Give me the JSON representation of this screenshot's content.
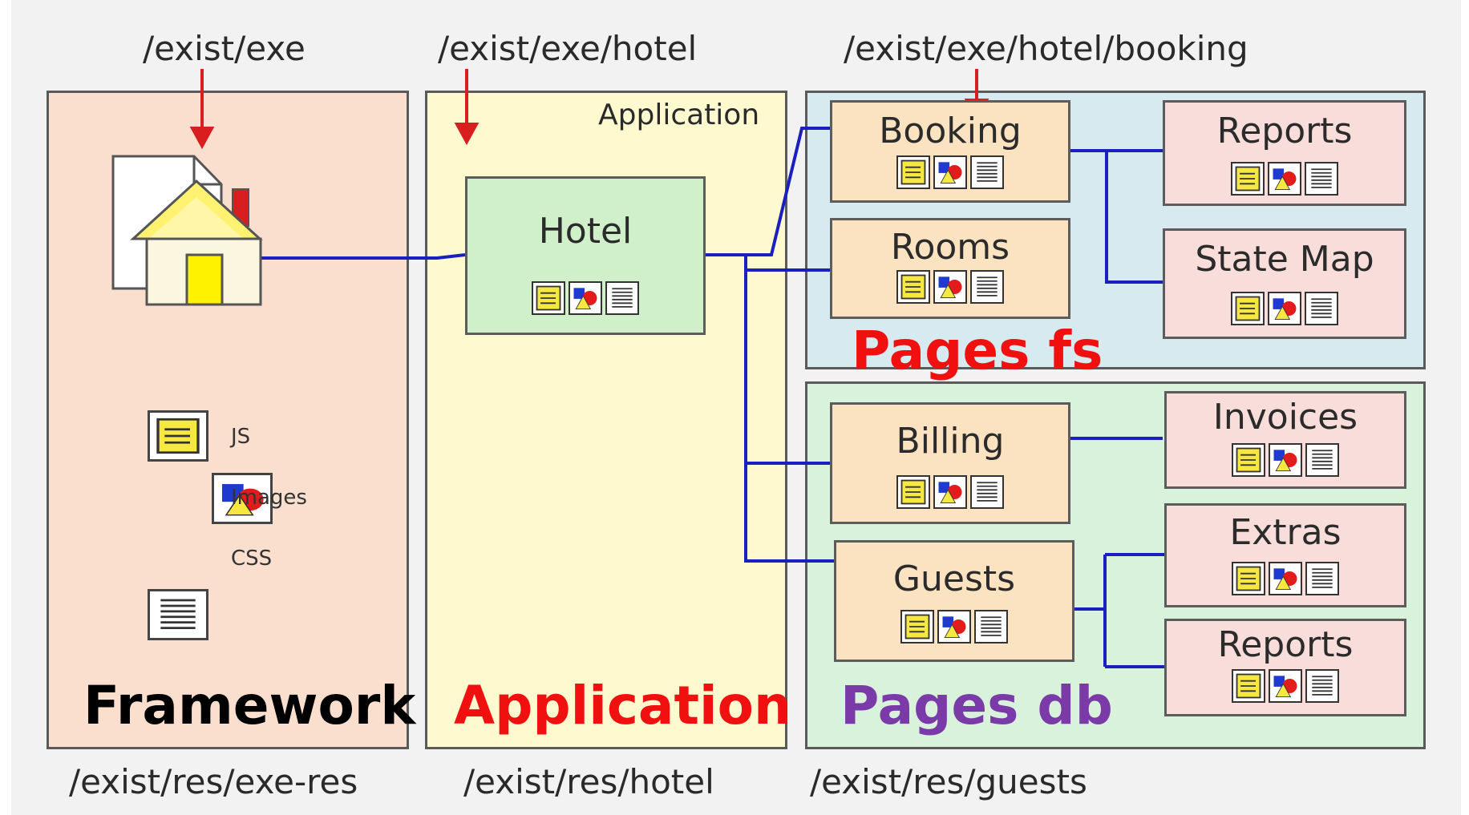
{
  "colors": {
    "framework_bg": "#FADFCF",
    "application_bg": "#FEF9CF",
    "pages_fs_bg": "#D6EAF0",
    "pages_db_bg": "#D9F2DC",
    "hotel_bg": "#CFF0C8",
    "page_node_bg": "#FBE3C2",
    "sub_node_bg": "#F8DDDB",
    "connector": "#1A1FBF",
    "arrow": "#D81E1E",
    "red_label": "#F01010",
    "purple_label": "#7A3AA8",
    "black_label": "#000000",
    "page_bg": "#F2F2F2"
  },
  "top_paths": {
    "framework": "/exist/exe",
    "application": "/exist/exe/hotel",
    "booking": "/exist/exe/hotel/booking"
  },
  "bottom_paths": {
    "framework": "/exist/res/exe-res",
    "application": "/exist/res/hotel",
    "pages": "/exist/res/guests"
  },
  "regions": {
    "framework": {
      "label": "Framework"
    },
    "application": {
      "label": "Application",
      "corner_label": "Application"
    },
    "pages_fs": {
      "label": "Pages fs"
    },
    "pages_db": {
      "label": "Pages db"
    }
  },
  "legend": {
    "js": "JS",
    "images": "Images",
    "css": "CSS"
  },
  "nodes": {
    "hotel": "Hotel",
    "booking": "Booking",
    "rooms": "Rooms",
    "reports_fs": "Reports",
    "state_map": "State Map",
    "billing": "Billing",
    "guests": "Guests",
    "invoices": "Invoices",
    "extras": "Extras",
    "reports_db": "Reports"
  },
  "icons": [
    "js-scroll-icon",
    "images-shapes-icon",
    "css-lines-icon"
  ]
}
